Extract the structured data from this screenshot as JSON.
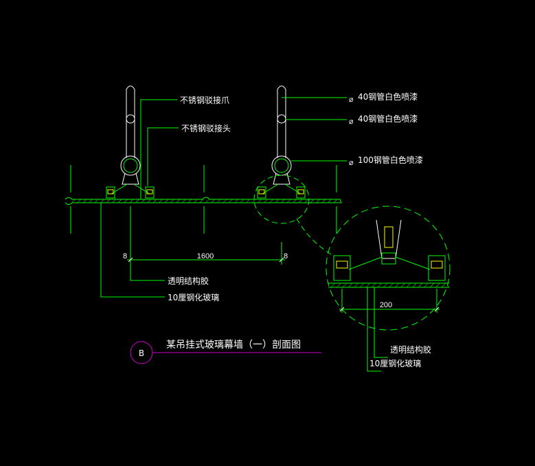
{
  "title": "某吊挂式玻璃幕墙（一）剖面图",
  "section_marker": "B",
  "labels": {
    "claw": "不锈钢驳接爪",
    "joint": "不锈钢驳接头",
    "pipe40_a": "40钢管白色喷漆",
    "pipe40_b": "40钢管白色喷漆",
    "pipe100": "100钢管白色喷漆",
    "diameter_symbol": "⌀",
    "sealant": "透明结构胶",
    "glass": "10厘钢化玻璃",
    "detail_sealant": "透明结构胶",
    "detail_glass": "10厘钢化玻璃"
  },
  "dimensions": {
    "span": "1600",
    "left_end": "8",
    "right_end": "8",
    "detail_span": "200"
  },
  "colors": {
    "line": "#00ff00",
    "text": "#ffffff",
    "marker": "#cc00cc",
    "accent": "#ffff00",
    "background": "#000000"
  }
}
